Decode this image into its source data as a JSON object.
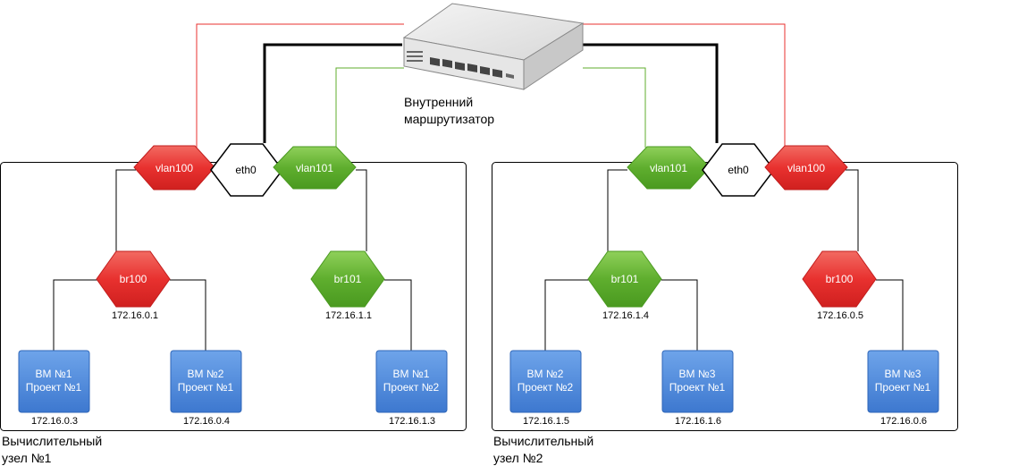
{
  "router": {
    "label_line1": "Внутренний",
    "label_line2": "маршрутизатор"
  },
  "colors": {
    "red": "#e8312f",
    "green": "#5fae2e",
    "blue": "#4a86d8",
    "black": "#000000"
  },
  "node1": {
    "caption_line1": "Вычислительный",
    "caption_line2": "узел №1",
    "vlan_red": "vlan100",
    "eth": "eth0",
    "vlan_green": "vlan101",
    "br_left": {
      "name": "br100",
      "ip": "172.16.0.1"
    },
    "br_right": {
      "name": "br101",
      "ip": "172.16.1.1"
    },
    "vms": [
      {
        "line1": "ВМ №1",
        "line2": "Проект №1",
        "ip": "172.16.0.3"
      },
      {
        "line1": "ВМ №2",
        "line2": "Проект №1",
        "ip": "172.16.0.4"
      },
      {
        "line1": "ВМ №1",
        "line2": "Проект №2",
        "ip": "172.16.1.3"
      }
    ]
  },
  "node2": {
    "caption_line1": "Вычислительный",
    "caption_line2": "узел №2",
    "vlan_green": "vlan101",
    "eth": "eth0",
    "vlan_red": "vlan100",
    "br_left": {
      "name": "br101",
      "ip": "172.16.1.4"
    },
    "br_right": {
      "name": "br100",
      "ip": "172.16.0.5"
    },
    "vms": [
      {
        "line1": "ВМ №2",
        "line2": "Проект №2",
        "ip": "172.16.1.5"
      },
      {
        "line1": "ВМ №3",
        "line2": "Проект №1",
        "ip": "172.16.1.6"
      },
      {
        "line1": "ВМ №3",
        "line2": "Проект №1",
        "ip": "172.16.0.6"
      }
    ]
  }
}
